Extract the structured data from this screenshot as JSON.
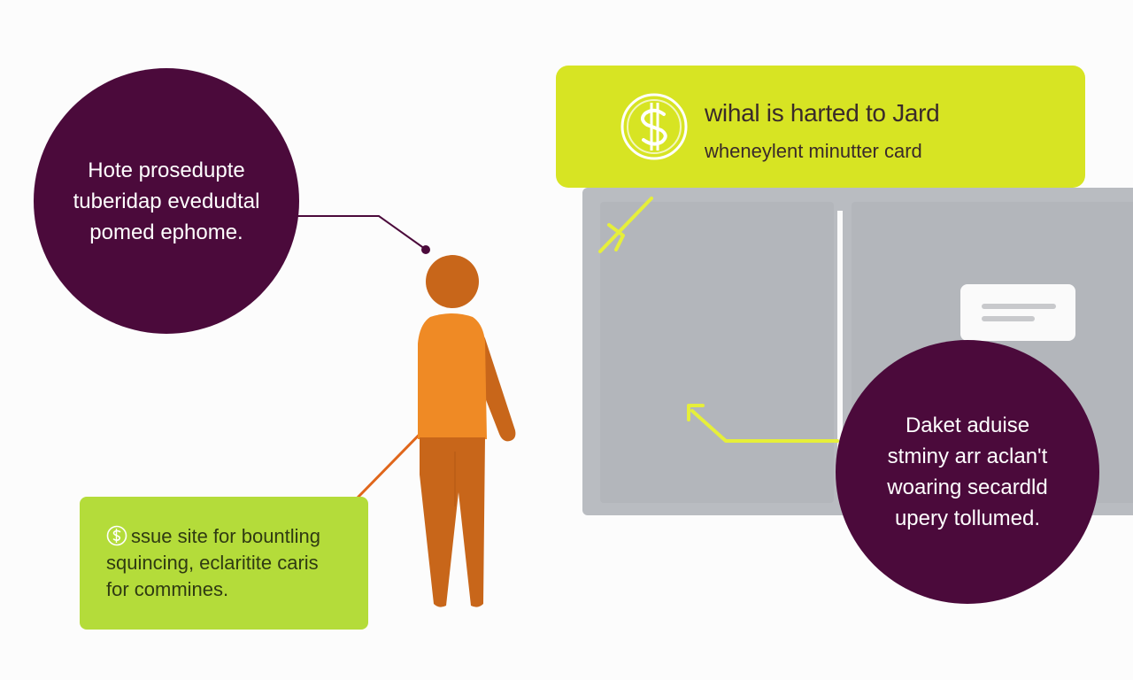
{
  "colors": {
    "purple": "#4b0a3b",
    "lime": "#d7e423",
    "green_lime": "#b4dc3a",
    "grey_panel": "#b9bcc1",
    "orange": "#ef8a25",
    "orange_dark": "#c8661a",
    "yellow_arrow": "#e6ef3a"
  },
  "top_left_circle": {
    "lines": [
      "Hote prosedupte",
      "tuberidap evedudtal",
      "pomed ephome."
    ]
  },
  "banner": {
    "icon": "dollar-icon",
    "title": "wihal is harted to Jard",
    "subtitle": "wheneylent minutter card"
  },
  "bottom_right_circle": {
    "lines": [
      "Daket aduise",
      "stminy arr aclan't",
      "woaring secardld",
      "upery tollumed."
    ]
  },
  "note_box": {
    "icon": "dollar-icon",
    "lines": [
      "ssue site for bountling",
      "squincing, eclaritite caris",
      "for commines."
    ]
  },
  "figure": {
    "icon": "person-icon"
  }
}
